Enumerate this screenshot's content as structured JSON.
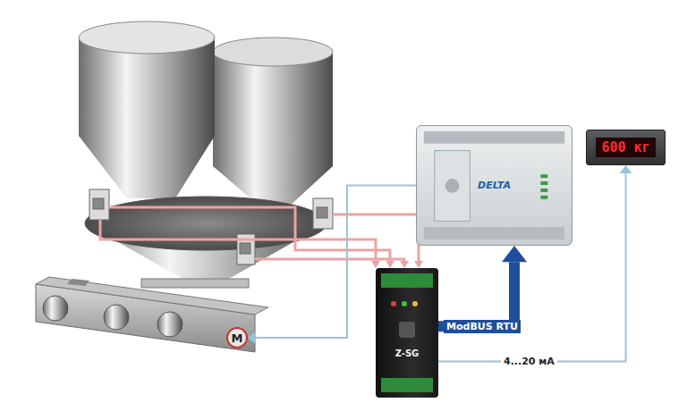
{
  "diagram": {
    "nodes": [
      {
        "text": [
          "M"
        ]
      },
      {
        "text": [
          "Z-SG"
        ]
      },
      {
        "text": [
          "DELTA"
        ]
      },
      {
        "text": [
          "600 кг"
        ]
      }
    ],
    "edges": [
      {
        "from": 1,
        "to": 2,
        "label": "ModBUS RTU",
        "arrow": "to"
      },
      {
        "from": 1,
        "to": 3,
        "label": "4...20 мА",
        "arrow": "to"
      },
      {
        "from": 2,
        "to": 0,
        "arrow": "to"
      }
    ]
  }
}
